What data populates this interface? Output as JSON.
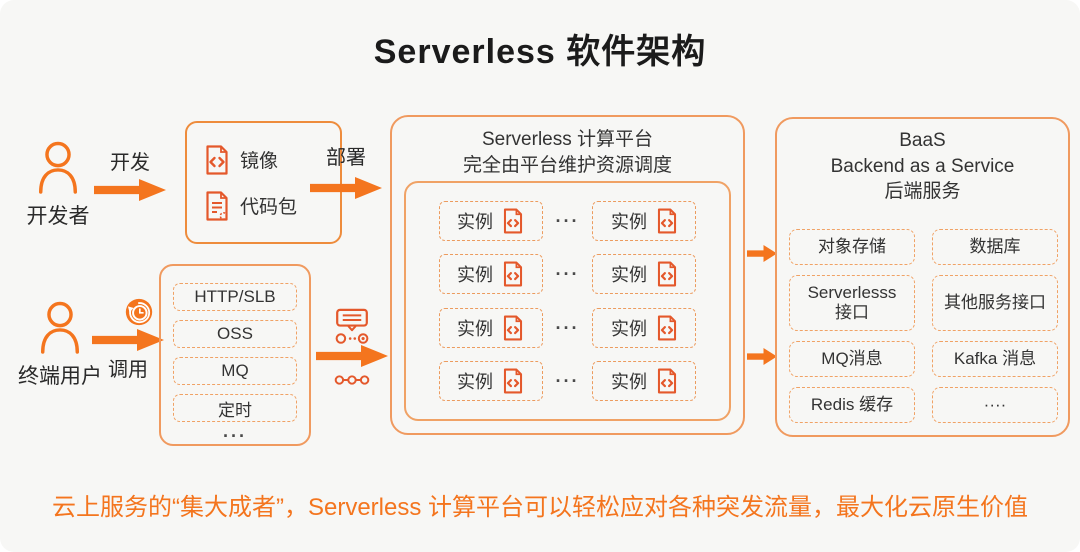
{
  "page": {
    "title": "Serverless 软件架构",
    "caption": "云上服务的“集大成者”，Serverless 计算平台可以轻松应对各种突发流量，最大化云原生价值"
  },
  "developer_flow": {
    "actor_label": "开发者",
    "actor_icon": "person-icon",
    "action_label": "开发",
    "deploy_label": "部署",
    "artifact_box": {
      "items": [
        {
          "label": "镜像",
          "icon": "code-file-icon"
        },
        {
          "label": "代码包",
          "icon": "document-file-icon"
        }
      ]
    }
  },
  "user_flow": {
    "actor_label": "终端用户",
    "actor_icon": "person-icon",
    "action_label": "调用",
    "invoke_icon": "history-clock-icon",
    "event_icon": "message-queue-icon",
    "chain_icon": "linked-nodes-icon",
    "trigger_box": {
      "items": [
        "HTTP/SLB",
        "OSS",
        "MQ",
        "定时"
      ],
      "more": "···"
    }
  },
  "platform": {
    "title_line1": "Serverless 计算平台",
    "title_line2": "完全由平台维护资源调度",
    "instance_label": "实例",
    "instance_icon": "code-file-icon",
    "ellipsis": "···",
    "row_count": 4
  },
  "baas": {
    "title_line1": "BaaS",
    "title_line2": "Backend as a Service",
    "title_line3": "后端服务",
    "items": [
      "对象存储",
      "数据库",
      "Serverlesss\n接口",
      "其他服务接口",
      "MQ消息",
      "Kafka 消息",
      "Redis 缓存",
      "····"
    ]
  },
  "colors": {
    "accent": "#F4751E",
    "icon_stroke": "#E4582B",
    "box_border": "#F09A5F",
    "dashed_border": "#F0A265",
    "text": "#333333",
    "title_text": "#1B1B1B",
    "background": "#F7F7F5"
  }
}
